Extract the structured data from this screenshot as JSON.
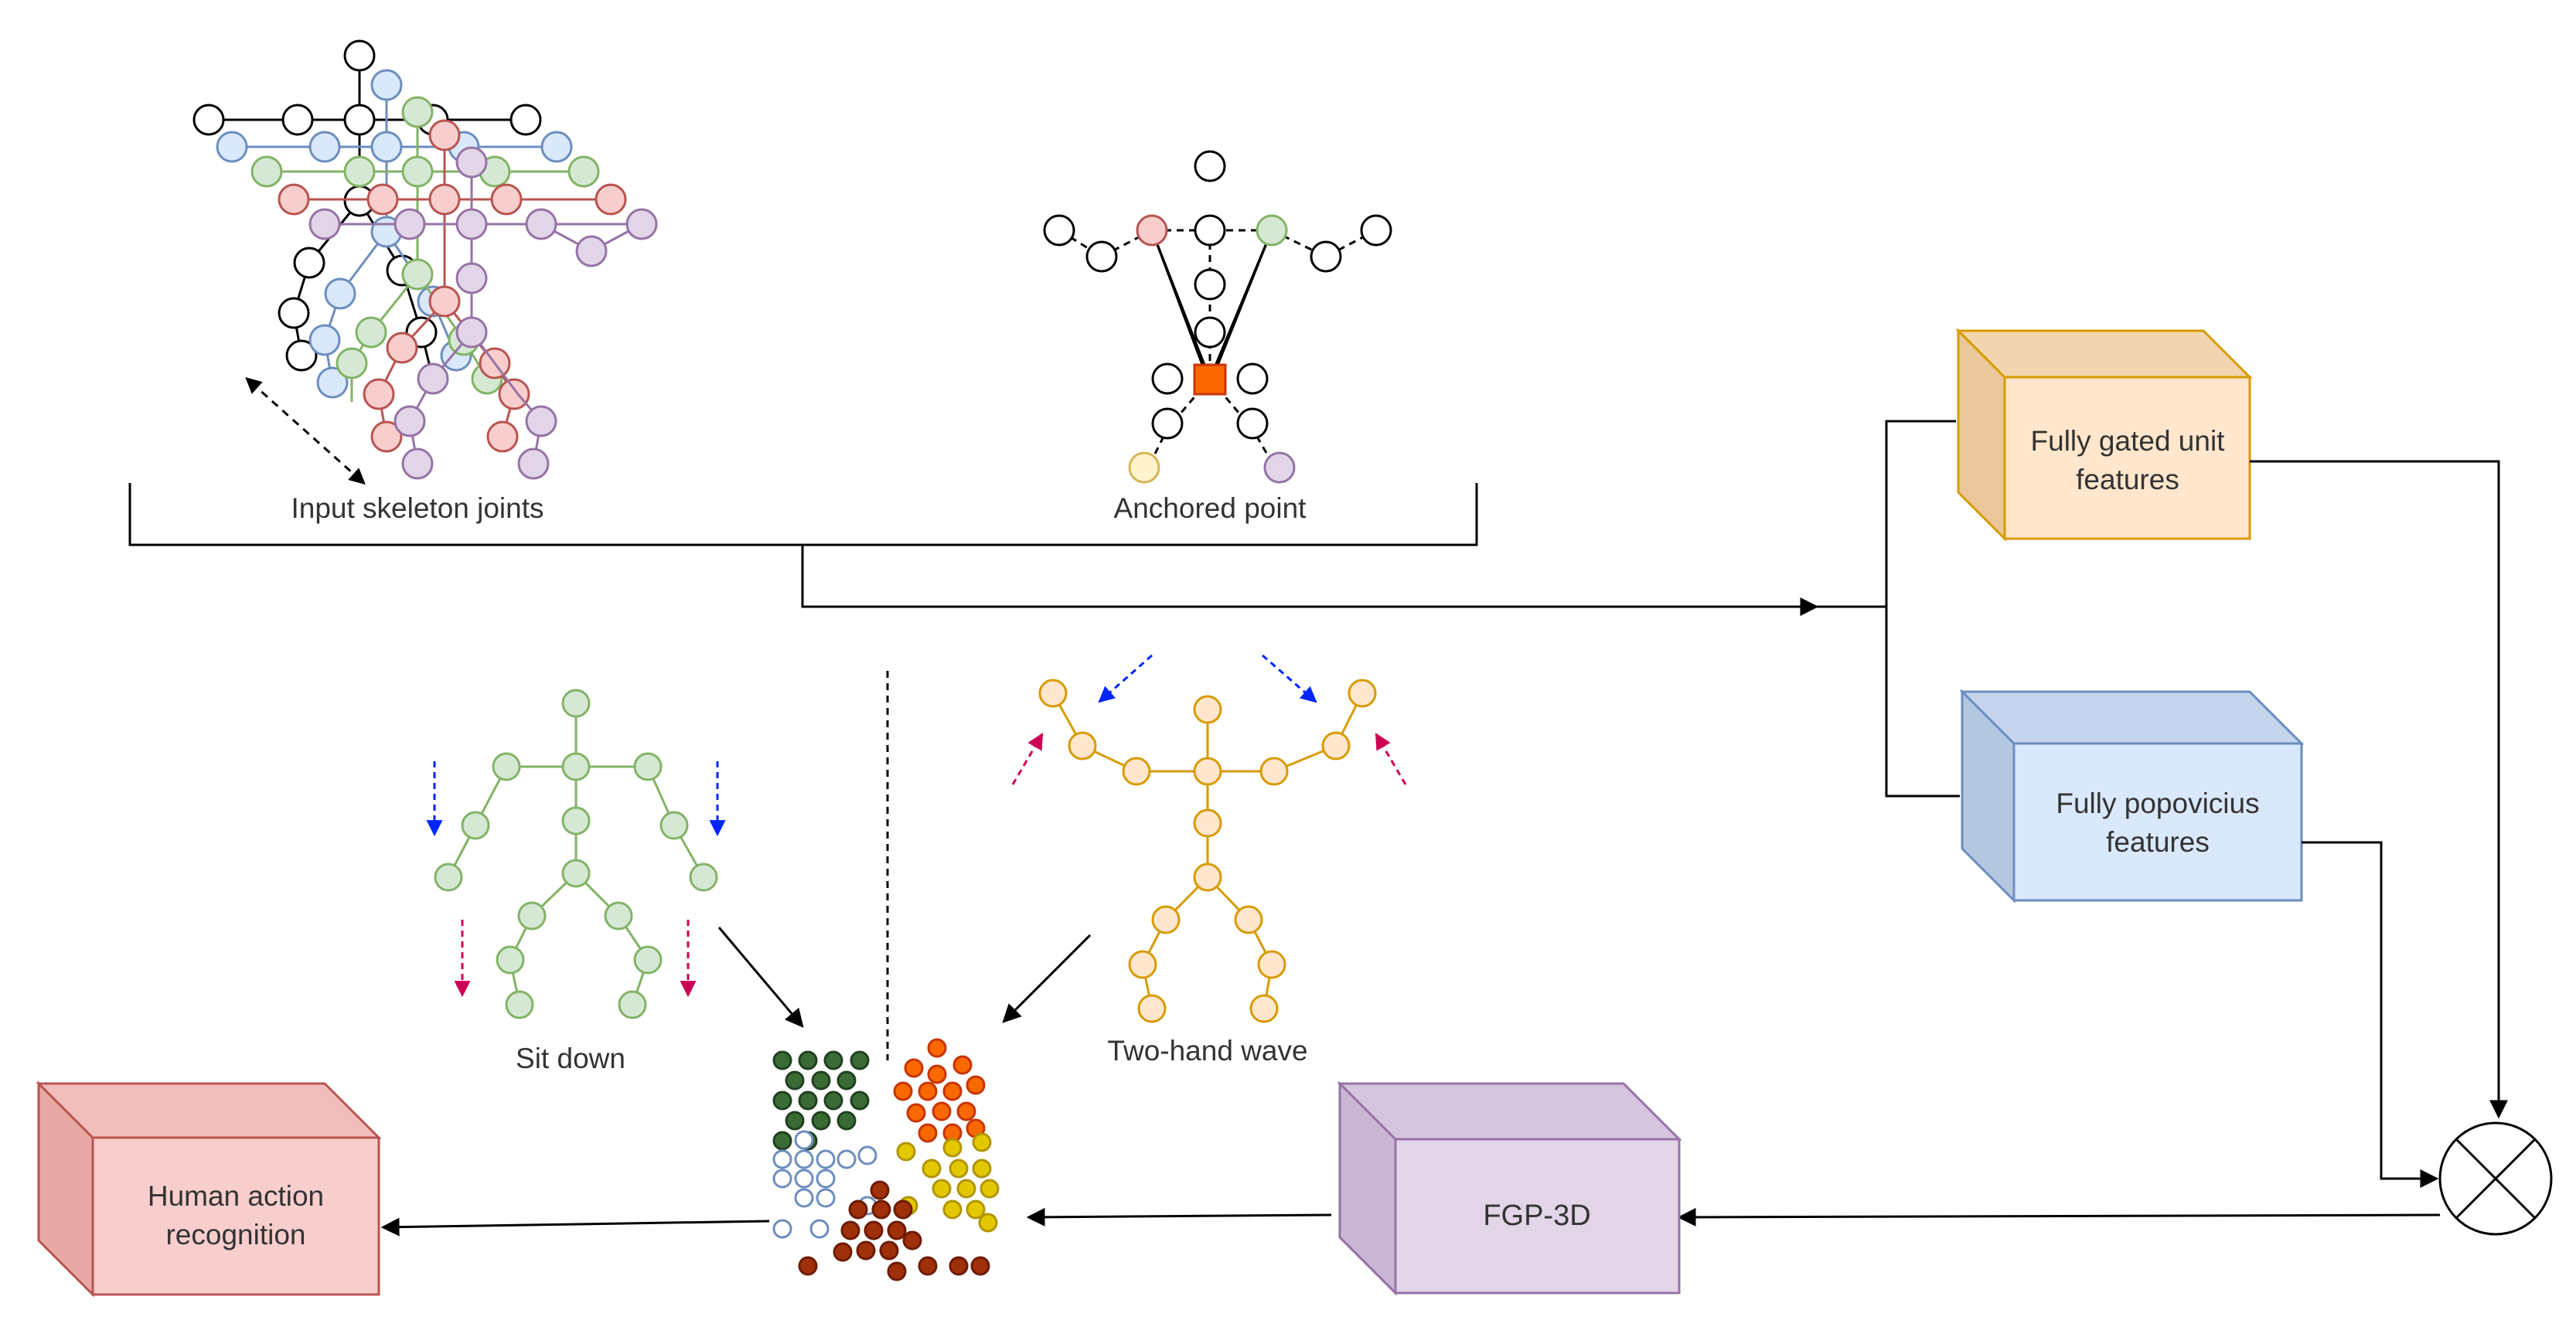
{
  "labels": {
    "input_skeleton": "Input skeleton joints",
    "anchored_point": "Anchored point",
    "sit_down": "Sit down",
    "two_hand_wave": "Two-hand wave"
  },
  "boxes": {
    "gated": {
      "line1": "Fully gated unit",
      "line2": "features"
    },
    "popovicius": {
      "line1": "Fully popovicius",
      "line2": "features"
    },
    "fgp": {
      "line1": "FGP-3D"
    },
    "har": {
      "line1": "Human action",
      "line2": "recognition"
    }
  },
  "colors": {
    "orange_fill": "#ffe6cc",
    "orange_stroke": "#d79b00",
    "blue_fill": "#dae8fc",
    "blue_stroke": "#6c8ebf",
    "purple_fill": "#e1d5e7",
    "purple_stroke": "#9673a6",
    "red_fill": "#f8cecc",
    "red_stroke": "#b85450",
    "joint_green": "#d5e8d4",
    "joint_yellow": "#ffe6cc",
    "joint_red": "#f8cecc",
    "joint_purple": "#e1d5e7",
    "joint_blue": "#dae8fc",
    "anchor": "#fa6800"
  }
}
